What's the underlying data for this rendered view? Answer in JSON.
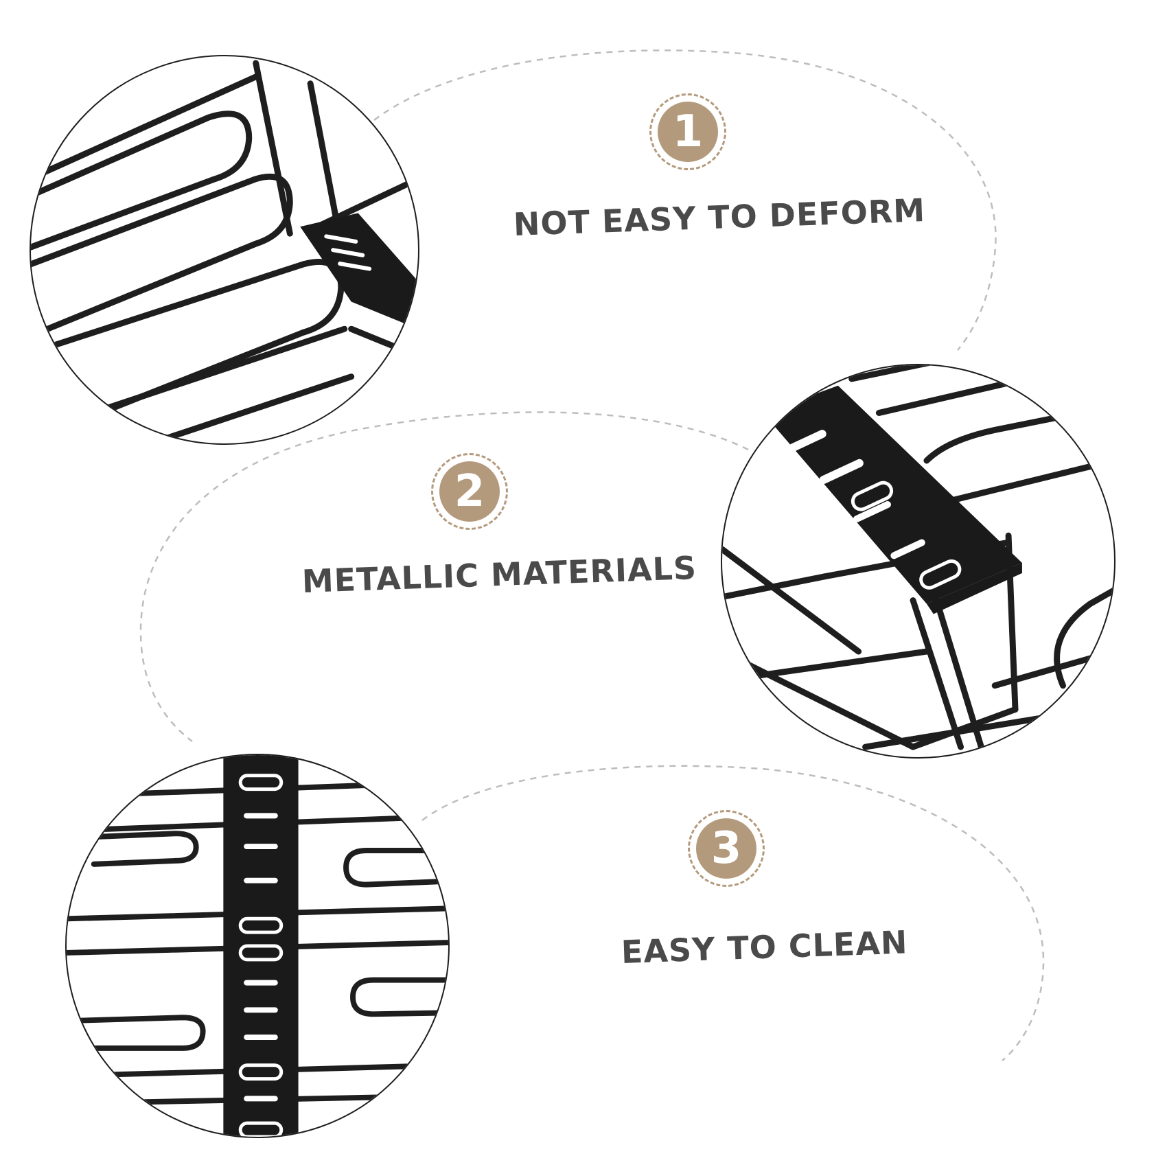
{
  "features": [
    {
      "number": "1",
      "title": "NOT EASY TO DEFORM"
    },
    {
      "number": "2",
      "title": "METALLIC MATERIALS"
    },
    {
      "number": "3",
      "title": "EASY TO CLEAN"
    }
  ],
  "colors": {
    "badge": "#b49a7c",
    "text": "#4a4a4a",
    "wire": "#1e1e1e",
    "dashed_outline": "#bdbdbd"
  }
}
